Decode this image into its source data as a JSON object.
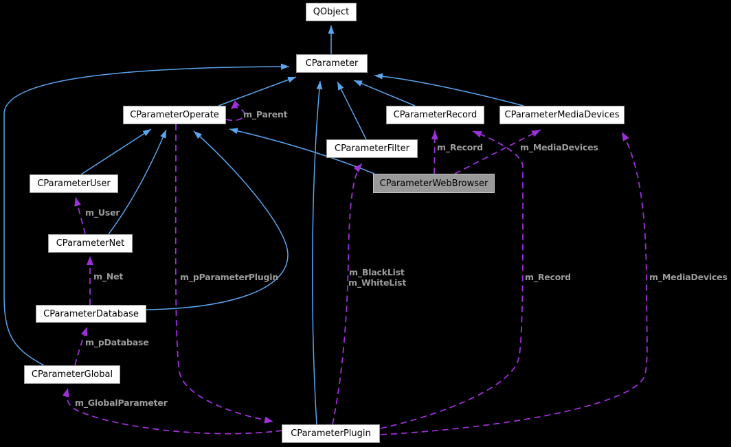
{
  "diagram": {
    "kind": "collaboration-graph",
    "current_class": "CParameterWebBrowser",
    "colors": {
      "bg": "#000000",
      "inherit": "#5aa5ee",
      "usage": "#9e30d9",
      "label": "#9c9c9c",
      "node_fill": "#ffffff",
      "node_border": "#9a9a9a",
      "node_text": "#000000",
      "current_fill": "#999999",
      "current_border": "#c2c2c2"
    },
    "nodes": {
      "qobject": {
        "label": "QObject"
      },
      "cparameter": {
        "label": "CParameter"
      },
      "operate": {
        "label": "CParameterOperate"
      },
      "record": {
        "label": "CParameterRecord"
      },
      "mediadevices": {
        "label": "CParameterMediaDevices"
      },
      "filter": {
        "label": "CParameterFilter"
      },
      "webbrowser": {
        "label": "CParameterWebBrowser"
      },
      "user": {
        "label": "CParameterUser"
      },
      "net": {
        "label": "CParameterNet"
      },
      "database": {
        "label": "CParameterDatabase"
      },
      "global": {
        "label": "CParameterGlobal"
      },
      "plugin": {
        "label": "CParameterPlugin"
      }
    },
    "edge_labels": {
      "m_parent": "m_Parent",
      "m_user": "m_User",
      "m_net": "m_Net",
      "m_pdatabase": "m_pDatabase",
      "m_globalparameter": "m_GlobalParameter",
      "m_pparameterplugin": "m_pParameterPlugin",
      "m_blacklist": "m_BlackList",
      "m_whitelist": "m_WhiteList",
      "m_record_webbrowser": "m_Record",
      "m_mediadevices_webbrowser": "m_MediaDevices",
      "m_record_plugin": "m_Record",
      "m_mediadevices_plugin": "m_MediaDevices"
    },
    "relations": [
      {
        "from": "CParameter",
        "to": "QObject",
        "type": "inheritance"
      },
      {
        "from": "CParameterOperate",
        "to": "CParameter",
        "type": "inheritance"
      },
      {
        "from": "CParameterFilter",
        "to": "CParameter",
        "type": "inheritance"
      },
      {
        "from": "CParameterRecord",
        "to": "CParameter",
        "type": "inheritance"
      },
      {
        "from": "CParameterMediaDevices",
        "to": "CParameter",
        "type": "inheritance"
      },
      {
        "from": "CParameterPlugin",
        "to": "CParameter",
        "type": "inheritance"
      },
      {
        "from": "CParameterGlobal",
        "to": "CParameter",
        "type": "inheritance"
      },
      {
        "from": "CParameterUser",
        "to": "CParameterOperate",
        "type": "inheritance"
      },
      {
        "from": "CParameterNet",
        "to": "CParameterOperate",
        "type": "inheritance"
      },
      {
        "from": "CParameterDatabase",
        "to": "CParameterOperate",
        "type": "inheritance"
      },
      {
        "from": "CParameterWebBrowser",
        "to": "CParameterOperate",
        "type": "inheritance"
      },
      {
        "from": "CParameterOperate",
        "to": "CParameterOperate",
        "type": "usage",
        "label": "m_Parent"
      },
      {
        "from": "CParameterNet",
        "to": "CParameterUser",
        "type": "usage",
        "label": "m_User"
      },
      {
        "from": "CParameterDatabase",
        "to": "CParameterNet",
        "type": "usage",
        "label": "m_Net"
      },
      {
        "from": "CParameterGlobal",
        "to": "CParameterDatabase",
        "type": "usage",
        "label": "m_pDatabase"
      },
      {
        "from": "CParameterPlugin",
        "to": "CParameterGlobal",
        "type": "usage",
        "label": "m_GlobalParameter"
      },
      {
        "from": "CParameterOperate",
        "to": "CParameterPlugin",
        "type": "usage",
        "label": "m_pParameterPlugin"
      },
      {
        "from": "CParameterWebBrowser",
        "to": "CParameterRecord",
        "type": "usage",
        "label": "m_Record"
      },
      {
        "from": "CParameterWebBrowser",
        "to": "CParameterMediaDevices",
        "type": "usage",
        "label": "m_MediaDevices"
      },
      {
        "from": "CParameterPlugin",
        "to": "CParameterRecord",
        "type": "usage",
        "label": "m_Record"
      },
      {
        "from": "CParameterPlugin",
        "to": "CParameterMediaDevices",
        "type": "usage",
        "label": "m_MediaDevices"
      },
      {
        "from": "CParameterPlugin",
        "to": "CParameterFilter",
        "type": "usage",
        "label": "m_BlackList m_WhiteList"
      }
    ]
  }
}
